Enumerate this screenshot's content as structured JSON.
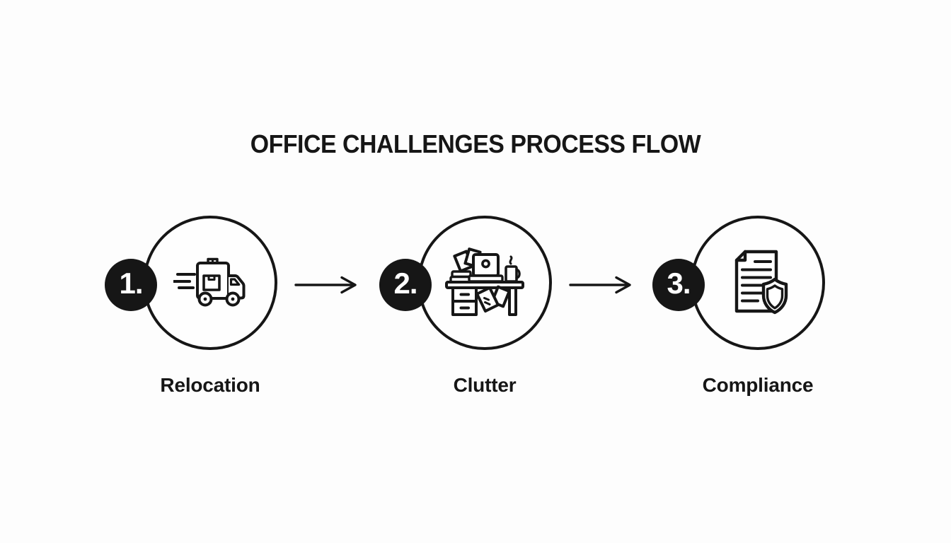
{
  "title": "OFFICE CHALLENGES PROCESS FLOW",
  "steps": [
    {
      "number": "1.",
      "label": "Relocation",
      "icon": "moving-truck-icon"
    },
    {
      "number": "2.",
      "label": "Clutter",
      "icon": "cluttered-desk-icon"
    },
    {
      "number": "3.",
      "label": "Compliance",
      "icon": "document-shield-icon"
    }
  ],
  "connector_icon": "right-arrow-icon",
  "colors": {
    "ink": "#161616",
    "badge_background": "#161616",
    "badge_text": "#ffffff",
    "circle_fill": "#fefefe",
    "background": "#fdfdfd"
  }
}
